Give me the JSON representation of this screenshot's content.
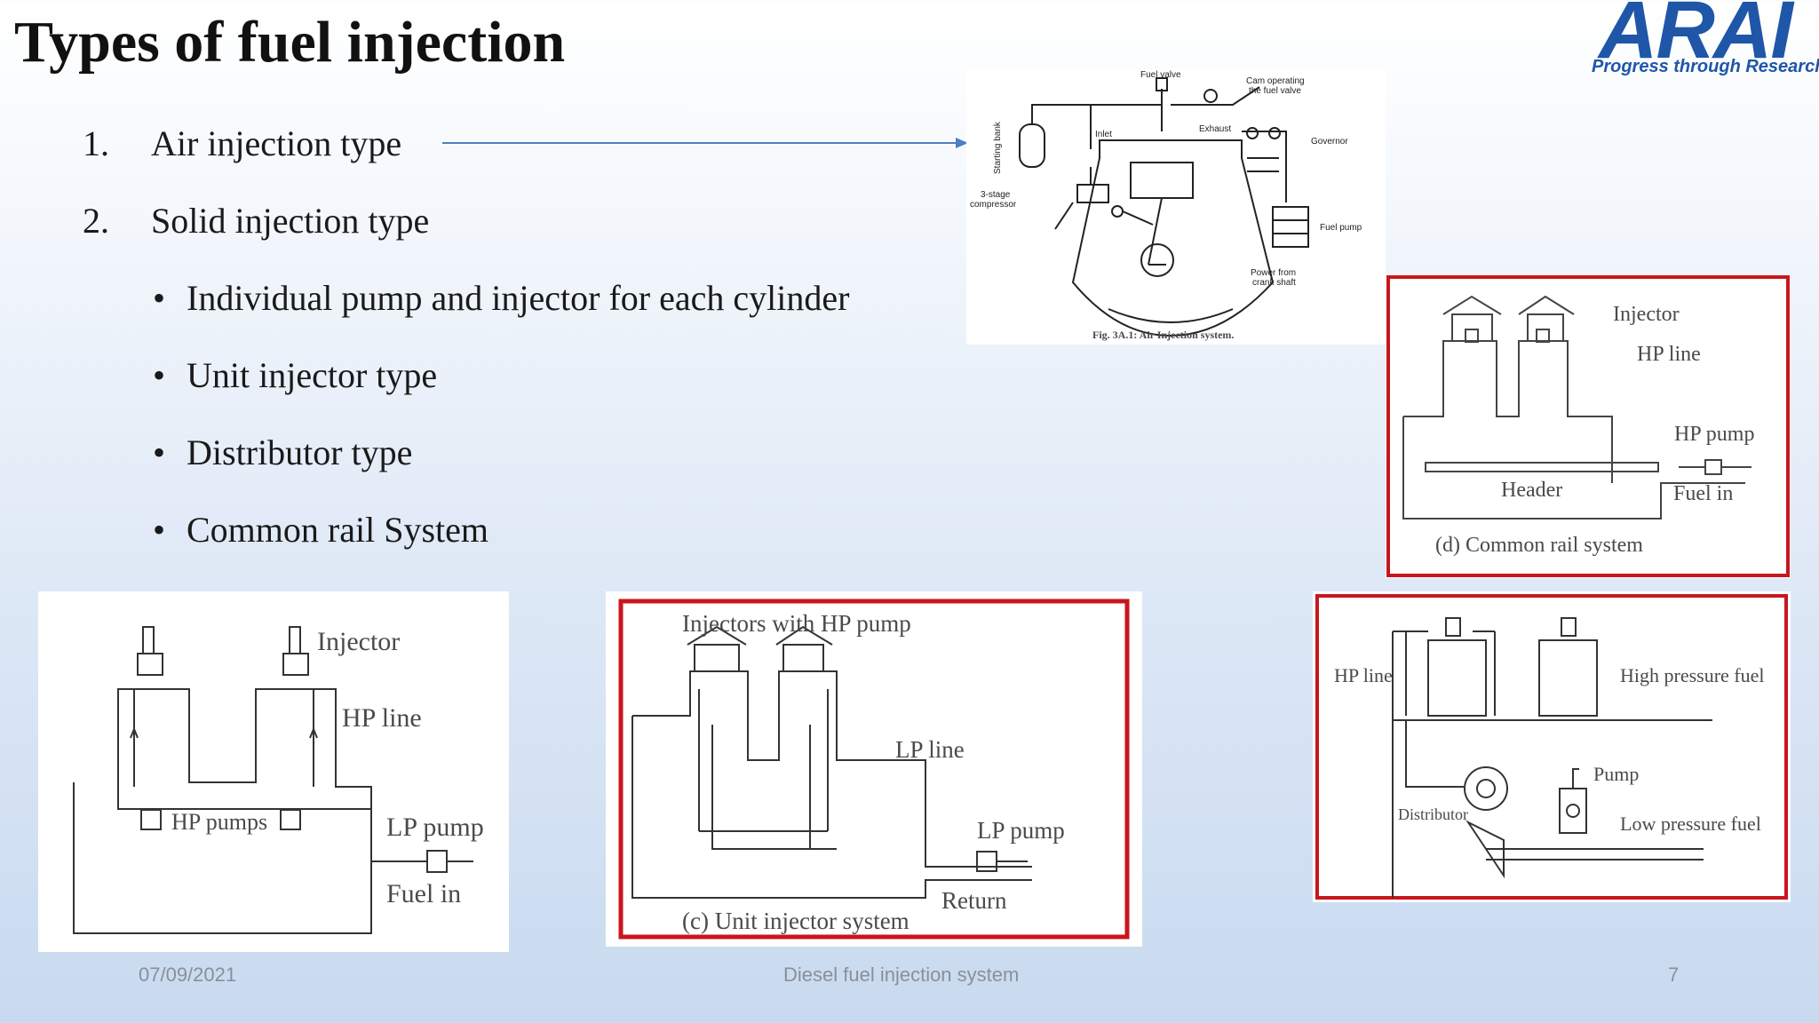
{
  "slide": {
    "title": "Types of fuel injection",
    "logo": {
      "word": "ARAI",
      "tagline": "Progress through Research"
    },
    "list": [
      {
        "number": "1.",
        "label": "Air injection type"
      },
      {
        "number": "2.",
        "label": "Solid injection type"
      }
    ],
    "bullets": [
      {
        "dot": "•",
        "label": "Individual pump and injector for each cylinder"
      },
      {
        "dot": "•",
        "label": "Unit injector type"
      },
      {
        "dot": "•",
        "label": "Distributor type"
      },
      {
        "dot": "•",
        "label": "Common rail System"
      }
    ]
  },
  "figures": {
    "air_injection": {
      "fuel_valve": "Fuel valve",
      "cam": "Cam operating",
      "cam2": "the fuel valve",
      "exhaust": "Exhaust",
      "inlet": "Inlet",
      "governor": "Governor",
      "starting_bank": "Starting bank",
      "compressor1": "3-stage",
      "compressor2": "compressor",
      "fuel_pump": "Fuel pump",
      "power1": "Power from",
      "power2": "crank shaft",
      "caption": "Fig. 3A.1: Air Injection system."
    },
    "common_rail": {
      "injector": "Injector",
      "hp_line": "HP line",
      "hp_pump": "HP pump",
      "header": "Header",
      "fuel_in": "Fuel in",
      "caption": "(d) Common rail system"
    },
    "individual_pump": {
      "injector": "Injector",
      "hp_line": "HP line",
      "hp_pumps": "HP pumps",
      "lp_pump": "LP pump",
      "fuel_in": "Fuel in"
    },
    "unit_injector": {
      "title": "Injectors with HP pump",
      "lp_line": "LP line",
      "lp_pump": "LP pump",
      "return": "Return",
      "caption": "(c) Unit injector system"
    },
    "distributor": {
      "hp_line": "HP line",
      "high_pressure": "High pressure fuel",
      "pump": "Pump",
      "distributor": "Distributor",
      "low_pressure": "Low pressure fuel"
    }
  },
  "footer": {
    "date": "07/09/2021",
    "center": "Diesel fuel injection system",
    "page": "7"
  },
  "colors": {
    "accent": "#1f56a8",
    "frame_red": "#c8161d",
    "arrow": "#4a7fc1"
  }
}
